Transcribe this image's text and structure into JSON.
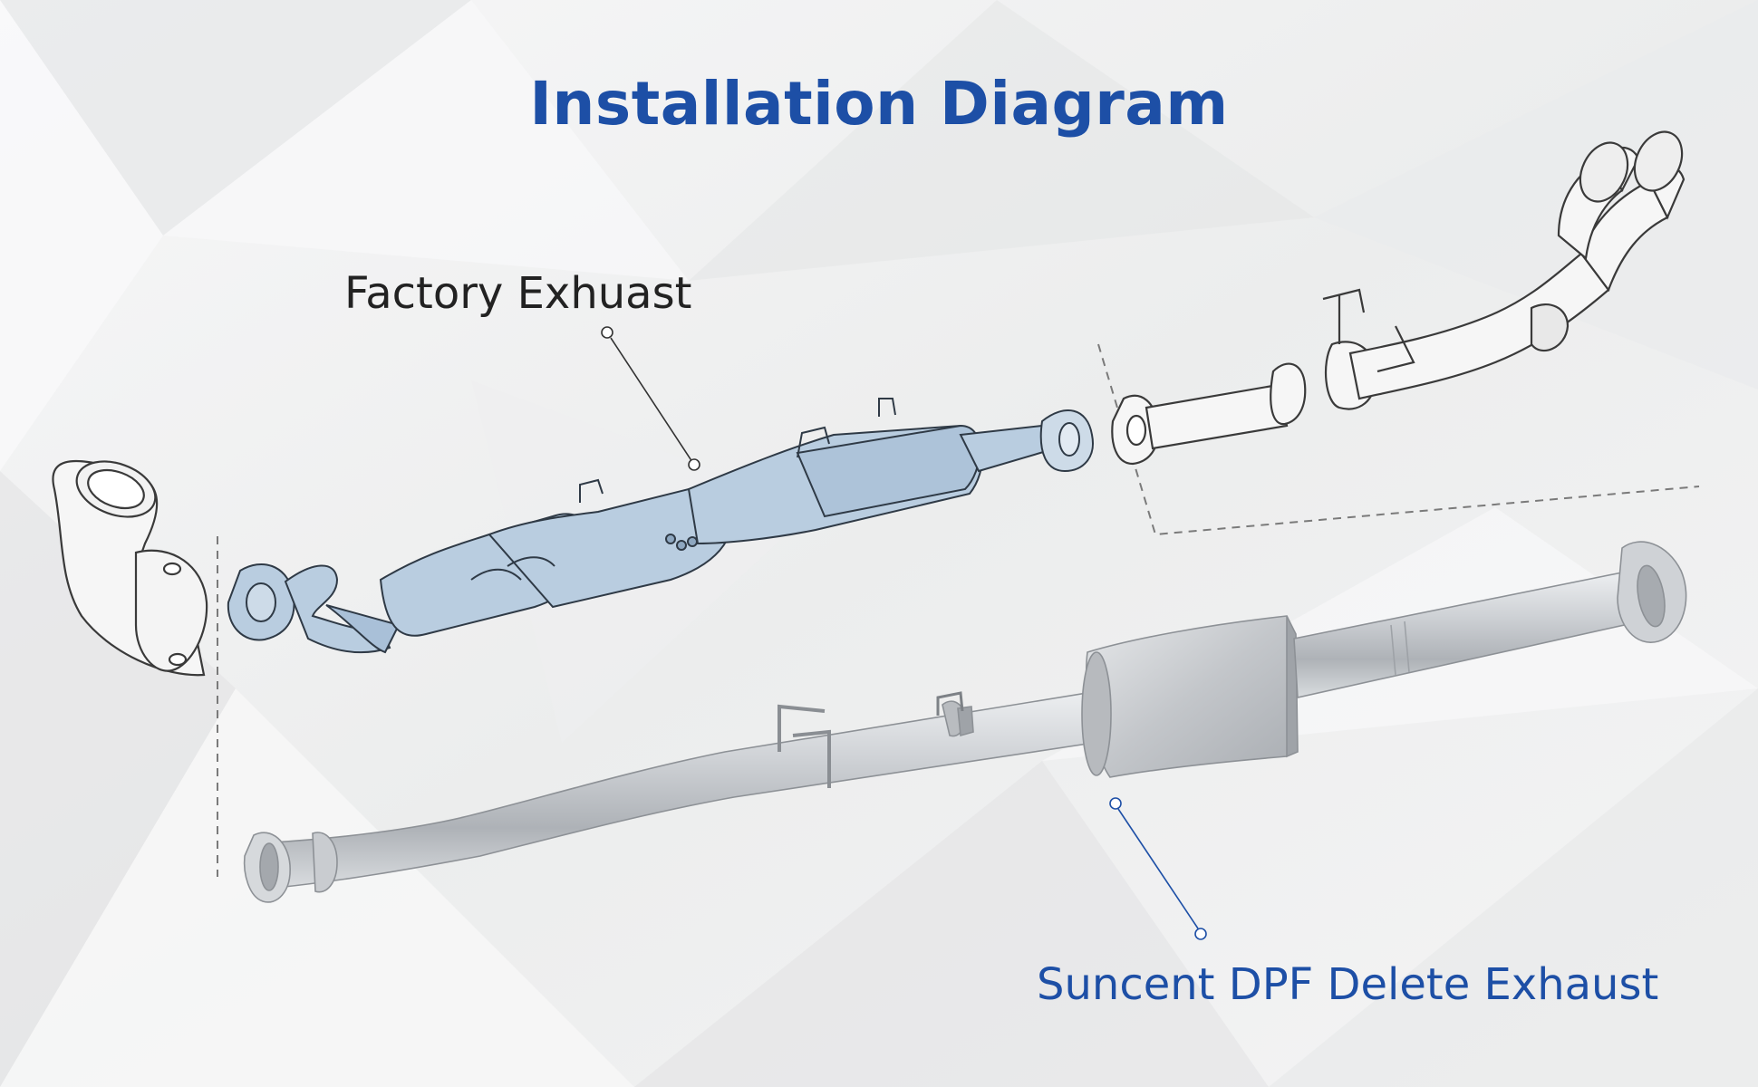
{
  "title": "Installation Diagram",
  "labels": {
    "factory": "Factory Exhuast",
    "suncent": "Suncent DPF Delete Exhaust"
  },
  "colors": {
    "title": "#1d4fa6",
    "factory_label": "#222222",
    "suncent_label": "#1d4fa6",
    "factory_part_fill": "#b9cde0",
    "factory_part_stroke": "#2f3a46",
    "line_drawing_stroke": "#3a3a3a",
    "stainless": "#c4c7cb",
    "background": "#f1f2f3"
  }
}
